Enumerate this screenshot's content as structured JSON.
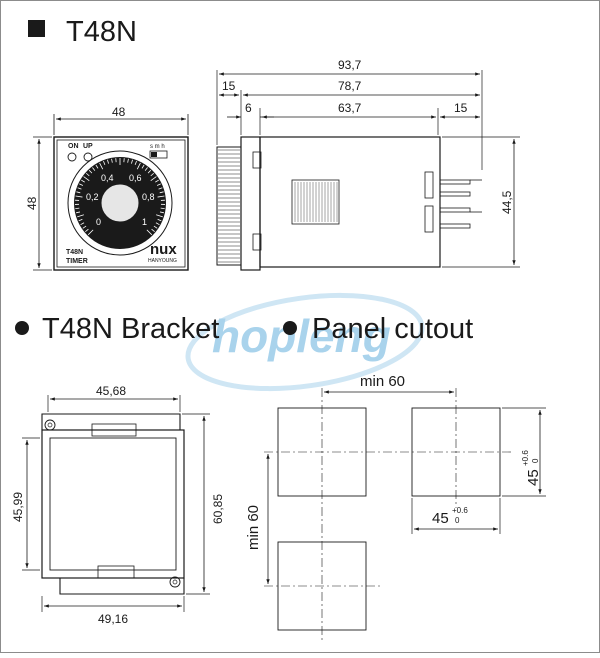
{
  "sections": {
    "t48n": {
      "title": "T48N"
    },
    "bracket": {
      "title": "T48N Bracket"
    },
    "cutout": {
      "title": "Panel cutout"
    }
  },
  "front_view": {
    "width": "48",
    "height": "48",
    "on_label": "ON",
    "up_label": "UP",
    "unit_label": "s m h",
    "scale": [
      "0",
      "0,2",
      "0,4",
      "0,6",
      "0,8",
      "1"
    ],
    "model": "T48N",
    "type": "TIMER",
    "brand": "nux",
    "maker": "HANYOUNG"
  },
  "side_view": {
    "overall_length": "93,7",
    "body_length": "78,7",
    "inner_length": "63,7",
    "knob_offset": "6",
    "front_depth": "15",
    "pin_length": "15",
    "body_height": "44,5"
  },
  "bracket": {
    "top_width": "45,68",
    "bottom_width": "49,16",
    "inner_height": "45,99",
    "outer_height": "60,85"
  },
  "cutout": {
    "pitch_h": "min  60",
    "pitch_v": "min  60",
    "size": "45",
    "tol_upper": "+0.6",
    "tol_lower": "0"
  },
  "watermark": "hopleng",
  "colors": {
    "line": "#1a1a1a",
    "watermark": "#a9d3ec",
    "border": "#8c8c8c"
  }
}
